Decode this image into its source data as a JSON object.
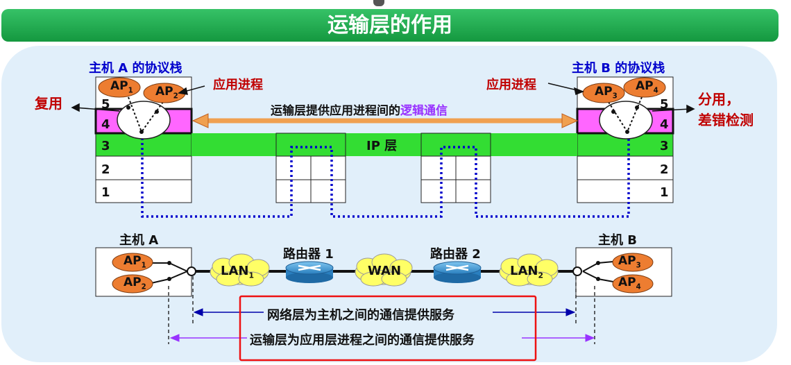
{
  "title": "运输层的作用",
  "stack_a": {
    "title": "主机 A 的协议栈",
    "layers": [
      "5",
      "4",
      "3",
      "2",
      "1"
    ]
  },
  "stack_b": {
    "title": "主机 B 的协议栈",
    "layers": [
      "5",
      "4",
      "3",
      "2",
      "1"
    ]
  },
  "left_app_label": "应用进程",
  "right_app_label": "应用进程",
  "mux_label": "复用",
  "demux_label": [
    "分用，",
    "差错检测"
  ],
  "logical_comm": {
    "prefix": "运输层提供应用进程间的",
    "highlight": "逻辑通信"
  },
  "ip_layer": "IP 层",
  "host_a": "主机 A",
  "host_b": "主机 B",
  "router1": "路由器 1",
  "router2": "路由器 2",
  "ap": {
    "base": "AP",
    "subs": [
      "1",
      "2",
      "3",
      "4"
    ]
  },
  "lan": {
    "base": "LAN",
    "subs": [
      "1",
      "2"
    ]
  },
  "wan": "WAN",
  "network_service": "网络层为主机之间的通信提供服务",
  "transport_service": "运输层为应用层进程之间的通信提供服务",
  "colors": {
    "title_green": "#1aa64a",
    "layer_green": "#33dd33",
    "layer4_magenta": "#ff66ff",
    "ap_orange": "#ed7d31",
    "arrow_orange": "#f0a050",
    "path_blue": "#0000cc",
    "label_red": "#c00000",
    "label_blue": "#0000cc",
    "purple": "#9933ff",
    "box_red": "#ee1111"
  }
}
